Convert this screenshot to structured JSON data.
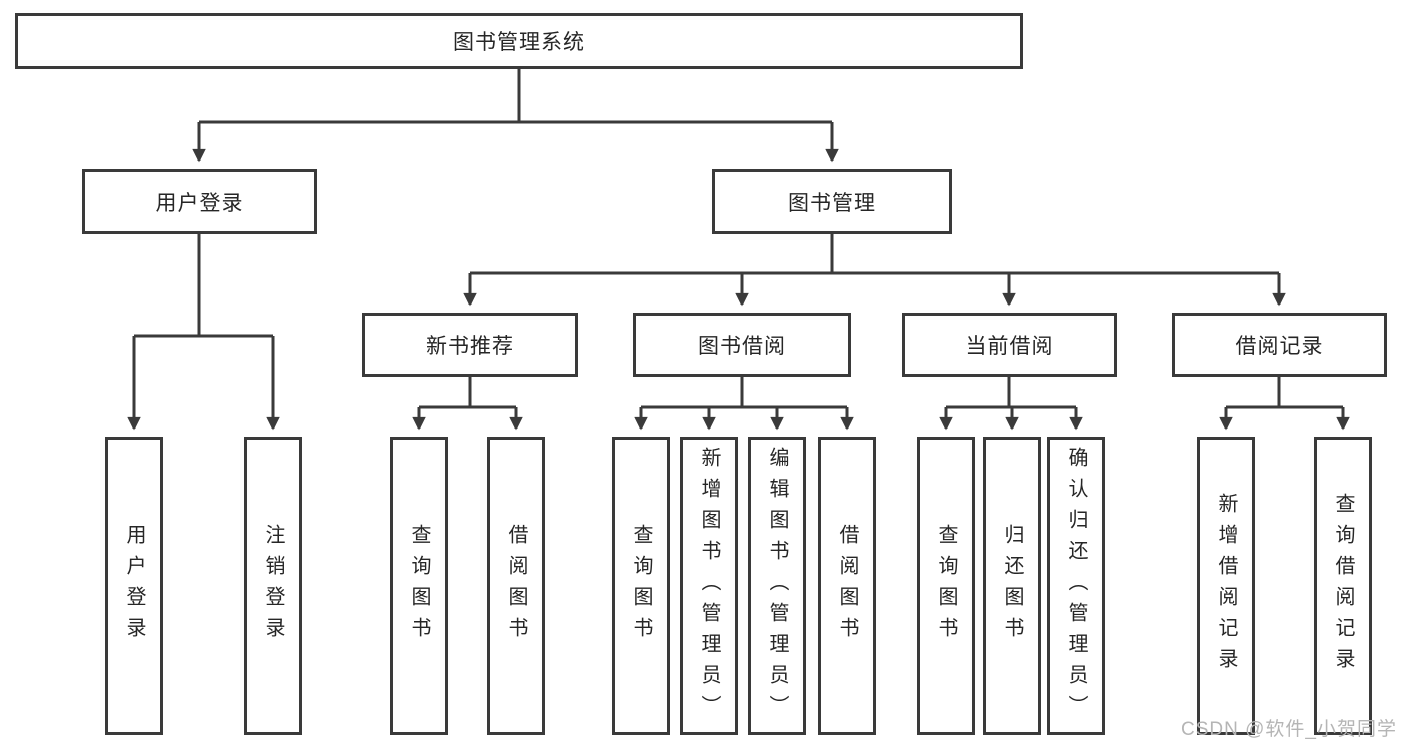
{
  "diagram": {
    "root": {
      "label": "图书管理系统"
    },
    "branches": [
      {
        "label": "用户登录",
        "children": [
          {
            "label": "用户登录"
          },
          {
            "label": "注销登录"
          }
        ]
      },
      {
        "label": "图书管理",
        "children": [
          {
            "label": "新书推荐",
            "children": [
              {
                "label": "查询图书"
              },
              {
                "label": "借阅图书"
              }
            ]
          },
          {
            "label": "图书借阅",
            "children": [
              {
                "label": "查询图书"
              },
              {
                "label": "新增图书（管理员）"
              },
              {
                "label": "编辑图书（管理员）"
              },
              {
                "label": "借阅图书"
              }
            ]
          },
          {
            "label": "当前借阅",
            "children": [
              {
                "label": "查询图书"
              },
              {
                "label": "归还图书"
              },
              {
                "label": "确认归还（管理员）"
              }
            ]
          },
          {
            "label": "借阅记录",
            "children": [
              {
                "label": "新增借阅记录"
              },
              {
                "label": "查询借阅记录"
              }
            ]
          }
        ]
      }
    ]
  },
  "watermark": {
    "text": "CSDN @软件_小贺同学"
  },
  "colors": {
    "line": "#3a3a3a",
    "box_border": "#3a3a3a",
    "text": "#262626",
    "background": "#ffffff",
    "watermark": "#b5b5b5"
  }
}
